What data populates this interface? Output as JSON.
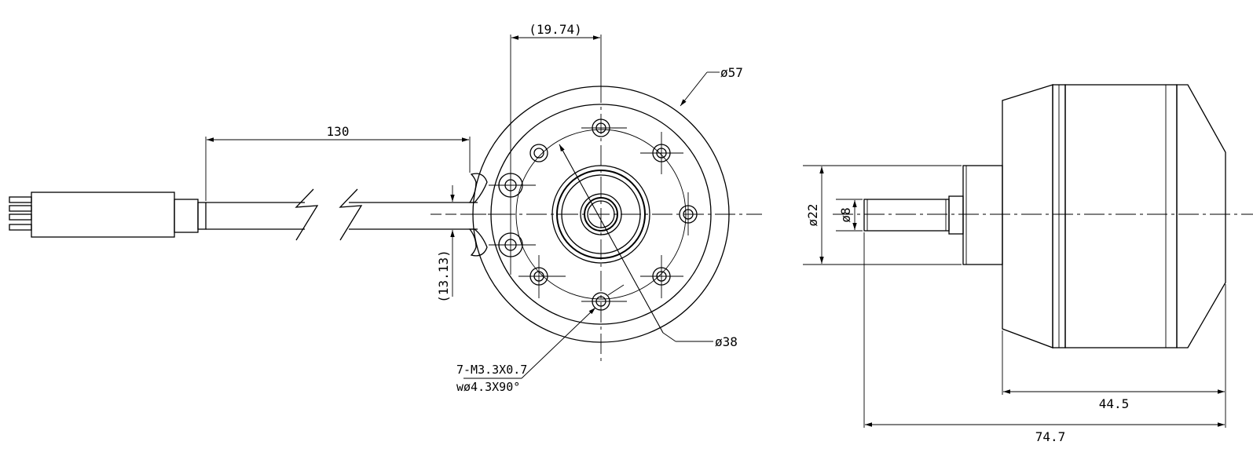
{
  "dimensions": {
    "cable_length": "130",
    "connector_offset": "(19.74)",
    "wire_spacing": "(13.13)",
    "outer_diameter": "ø57",
    "bolt_circle_diameter": "ø38",
    "hub_diameter": "ø22",
    "shaft_diameter": "ø8",
    "body_length": "44.5",
    "total_length": "74.7"
  },
  "callouts": {
    "mount_holes_line1": "7-M3.3X0.7",
    "mount_holes_line2": "wø4.3X90°"
  }
}
